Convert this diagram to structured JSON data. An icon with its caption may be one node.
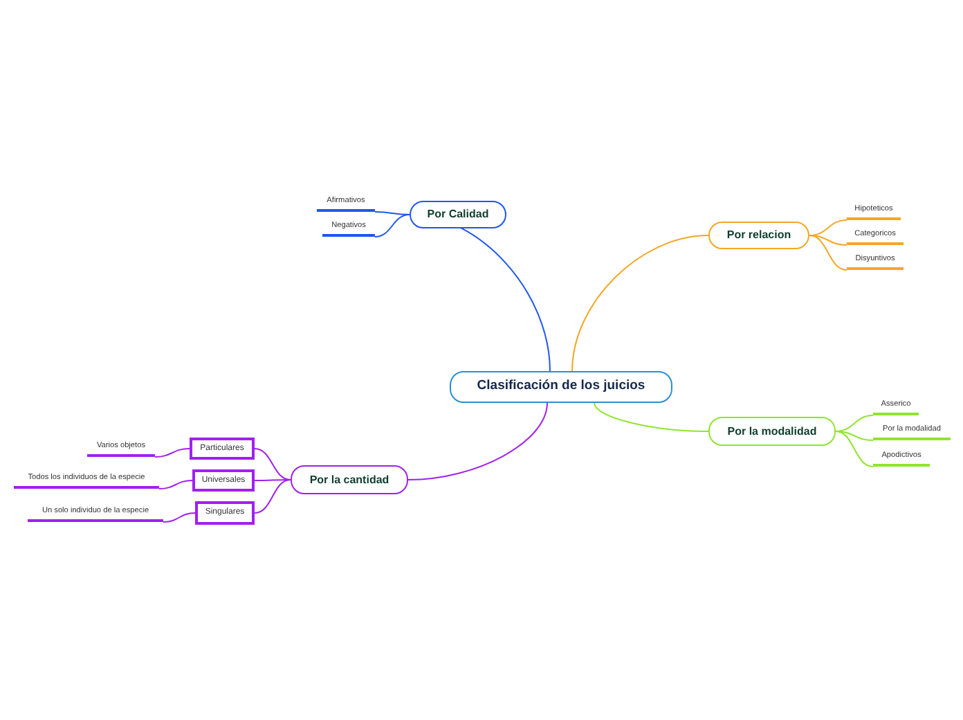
{
  "diagram": {
    "nodes": [
      {
        "text": [
          "Clasificación de los juicios"
        ]
      },
      {
        "text": [
          "Por Calidad"
        ]
      },
      {
        "text": [
          "Afirmativos"
        ]
      },
      {
        "text": [
          "Negativos"
        ]
      },
      {
        "text": [
          "Por relacion"
        ]
      },
      {
        "text": [
          "Hipoteticos"
        ]
      },
      {
        "text": [
          "Categoricos"
        ]
      },
      {
        "text": [
          "Disyuntivos"
        ]
      },
      {
        "text": [
          "Por la modalidad"
        ]
      },
      {
        "text": [
          "Asserico"
        ]
      },
      {
        "text": [
          "Por la modalidad"
        ]
      },
      {
        "text": [
          "Apodictivos"
        ]
      },
      {
        "text": [
          "Por la cantidad"
        ]
      },
      {
        "text": [
          "Particulares"
        ]
      },
      {
        "text": [
          "Varios objetos"
        ]
      },
      {
        "text": [
          "Universales"
        ]
      },
      {
        "text": [
          "Todos los individuos de la especie"
        ]
      },
      {
        "text": [
          "Singulares"
        ]
      },
      {
        "text": [
          "Un solo individuo de la especie"
        ]
      }
    ],
    "edges": [
      {
        "from": 0,
        "to": 1,
        "arrow": "none",
        "color": "#1e56f0"
      },
      {
        "from": 1,
        "to": 2,
        "arrow": "none",
        "color": "#1e56f0"
      },
      {
        "from": 1,
        "to": 3,
        "arrow": "none",
        "color": "#1e56f0"
      },
      {
        "from": 0,
        "to": 4,
        "arrow": "none",
        "color": "#f5a623"
      },
      {
        "from": 4,
        "to": 5,
        "arrow": "none",
        "color": "#f5a623"
      },
      {
        "from": 4,
        "to": 6,
        "arrow": "none",
        "color": "#f5a623"
      },
      {
        "from": 4,
        "to": 7,
        "arrow": "none",
        "color": "#f5a623"
      },
      {
        "from": 0,
        "to": 8,
        "arrow": "none",
        "color": "#8ee62c"
      },
      {
        "from": 8,
        "to": 9,
        "arrow": "none",
        "color": "#8ee62c"
      },
      {
        "from": 8,
        "to": 10,
        "arrow": "none",
        "color": "#8ee62c"
      },
      {
        "from": 8,
        "to": 11,
        "arrow": "none",
        "color": "#8ee62c"
      },
      {
        "from": 0,
        "to": 12,
        "arrow": "none",
        "color": "#a020f0"
      },
      {
        "from": 12,
        "to": 13,
        "arrow": "none",
        "color": "#a020f0"
      },
      {
        "from": 13,
        "to": 14,
        "arrow": "none",
        "color": "#a020f0"
      },
      {
        "from": 12,
        "to": 15,
        "arrow": "none",
        "color": "#a020f0"
      },
      {
        "from": 15,
        "to": 16,
        "arrow": "none",
        "color": "#a020f0"
      },
      {
        "from": 12,
        "to": 17,
        "arrow": "none",
        "color": "#a020f0"
      },
      {
        "from": 17,
        "to": 18,
        "arrow": "none",
        "color": "#a020f0"
      }
    ]
  }
}
